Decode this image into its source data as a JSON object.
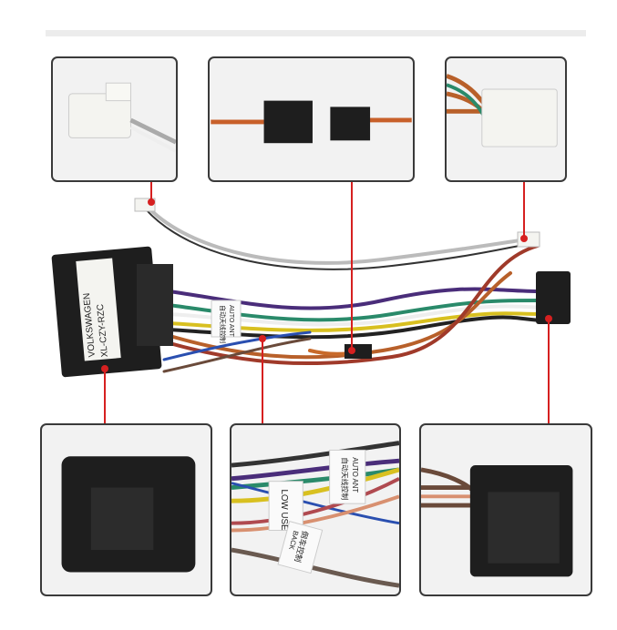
{
  "product": {
    "harness_label_line1": "VOLKSWAGEN",
    "harness_label_line2": "XL-CZY-RZC"
  },
  "wire_tags": {
    "auto_ant_cn": "自动天线控制",
    "auto_ant_en": "AUTO ANT",
    "low_use": "LOW USE",
    "back_cn": "倒车控制",
    "back_en": "BACK"
  },
  "colors": {
    "accent_line": "#d62020",
    "panel_border": "#3a3a3a",
    "connector_black": "#1e1e1e",
    "connector_white": "#f4f4f0"
  }
}
